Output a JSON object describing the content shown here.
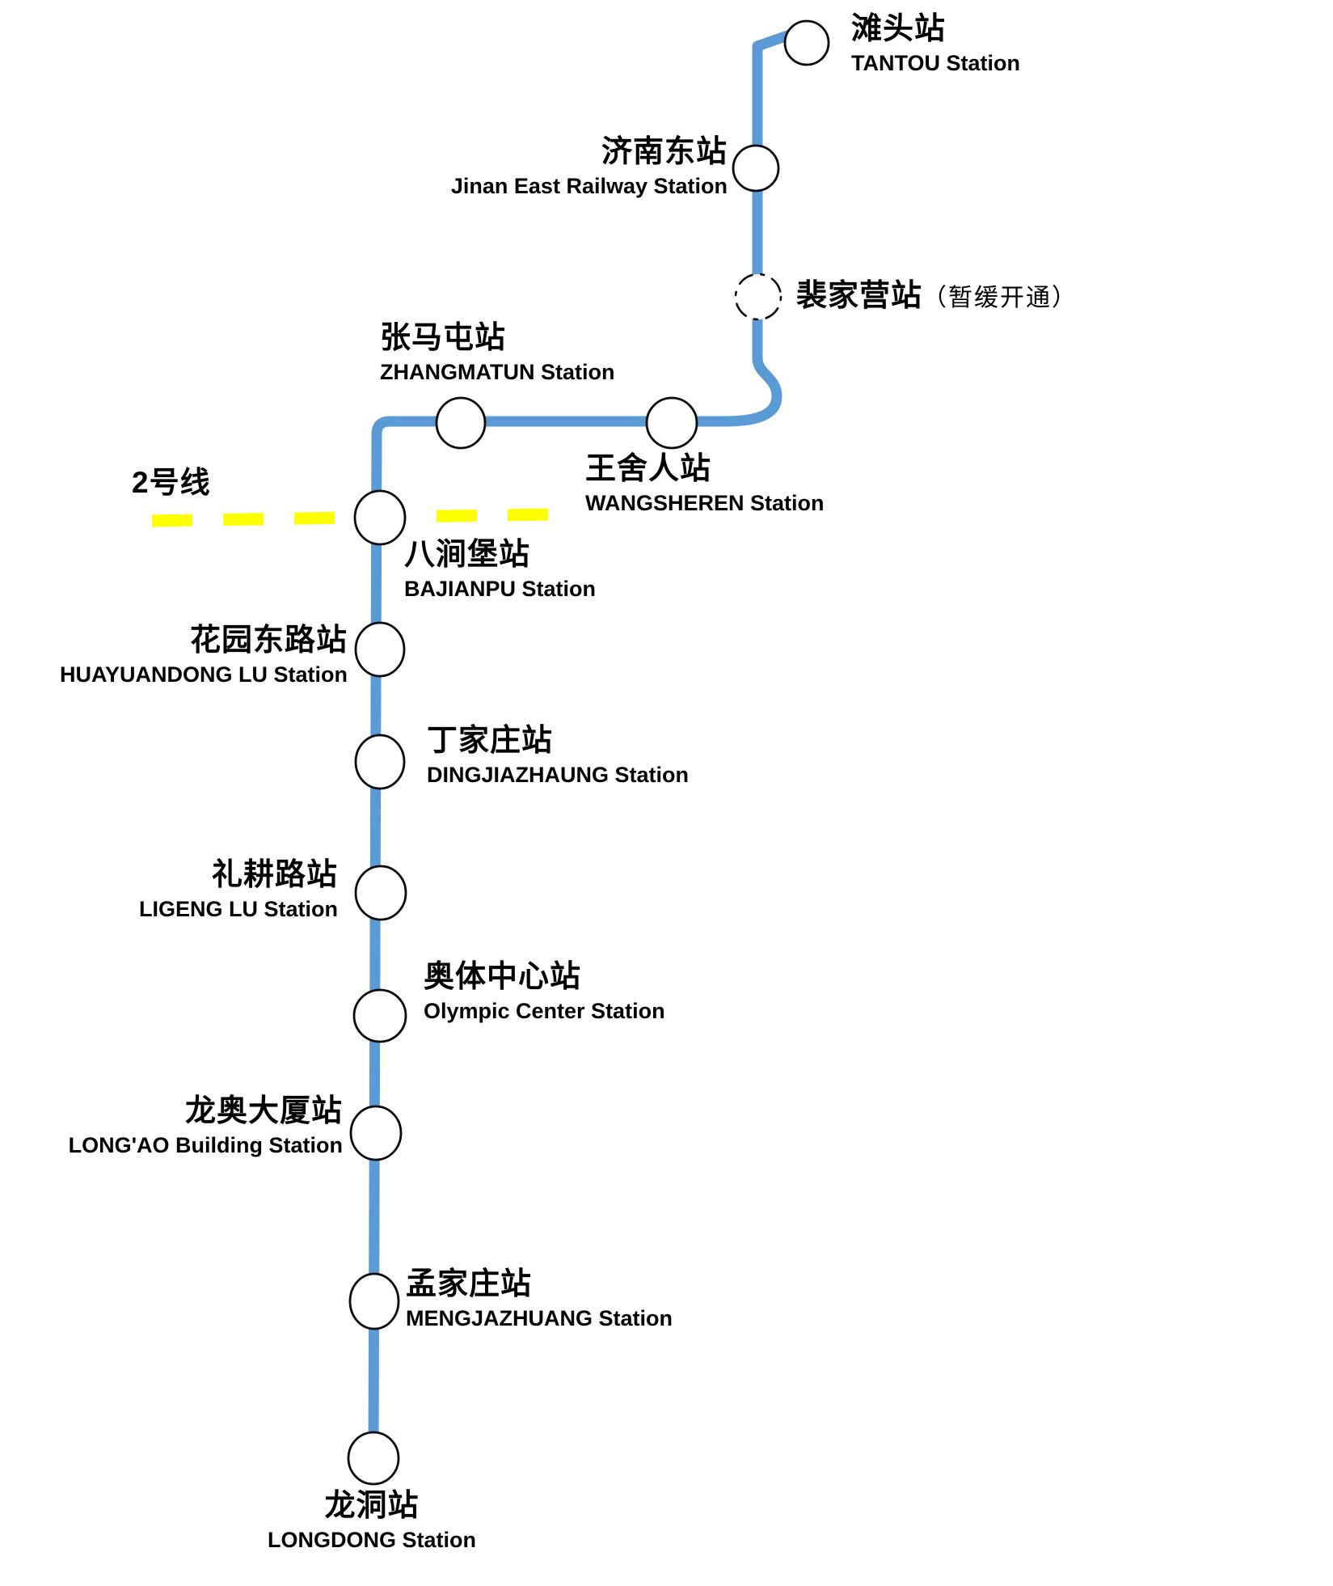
{
  "line_tag": {
    "label": "2号线"
  },
  "colors": {
    "route_line": "#5B9BD5",
    "transfer_dash": "#FFFF00",
    "marker_stroke": "#0a0a0a",
    "marker_fill": "#ffffff",
    "text": "#000000"
  },
  "stations": [
    {
      "zh": "滩头站",
      "en": "TANTOU Station"
    },
    {
      "zh": "济南东站",
      "en": "Jinan East Railway Station"
    },
    {
      "zh": "裴家营站",
      "en": "",
      "note": "（暂缓开通）",
      "status": "not-yet-open"
    },
    {
      "zh": "张马屯站",
      "en": "ZHANGMATUN Station"
    },
    {
      "zh": "王舍人站",
      "en": "WANGSHEREN Station"
    },
    {
      "zh": "八涧堡站",
      "en": "BAJIANPU Station"
    },
    {
      "zh": "花园东路站",
      "en": "HUAYUANDONG LU Station"
    },
    {
      "zh": "丁家庄站",
      "en": "DINGJIAZHAUNG Station"
    },
    {
      "zh": "礼耕路站",
      "en": "LIGENG LU Station"
    },
    {
      "zh": "奥体中心站",
      "en": "Olympic Center Station"
    },
    {
      "zh": "龙奥大厦站",
      "en": "LONG'AO Building Station"
    },
    {
      "zh": "孟家庄站",
      "en": "MENGJAZHUANG Station"
    },
    {
      "zh": "龙洞站",
      "en": "LONGDONG Station"
    }
  ]
}
